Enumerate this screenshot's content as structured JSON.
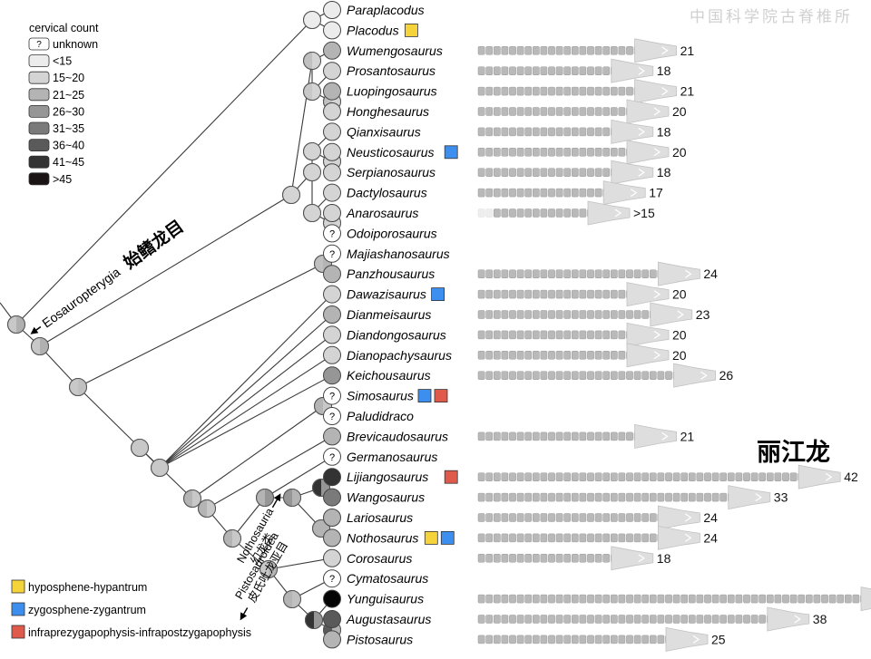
{
  "watermark": "中国科学院古脊椎所",
  "legend": {
    "title": "cervical count",
    "entries": [
      {
        "label": "unknown",
        "color": "#ffffff",
        "mark": "?"
      },
      {
        "label": "<15",
        "color": "#ececec"
      },
      {
        "label": "15~20",
        "color": "#d4d4d4"
      },
      {
        "label": "21~25",
        "color": "#b4b4b4"
      },
      {
        "label": "26~30",
        "color": "#969696"
      },
      {
        "label": "31~35",
        "color": "#7a7a7a"
      },
      {
        "label": "36~40",
        "color": "#5a5a5a"
      },
      {
        "label": "41~45",
        "color": "#333333"
      },
      {
        "label": ">45",
        "color": "#1a1414"
      }
    ]
  },
  "features": [
    {
      "key": "Y",
      "label": "hyposphene-hypantrum",
      "color": "#f5d33a"
    },
    {
      "key": "B",
      "label": "zygosphene-zygantrum",
      "color": "#3d8fef"
    },
    {
      "key": "R",
      "label": "infraprezygapophysis-infrapostzygapophysis",
      "color": "#e05a4c"
    }
  ],
  "clade_labels": {
    "eosauropterygia": "Eosauropterygia",
    "eosauropterygia_cn": "始鳍龙目",
    "nothosauria": "Nothosauria",
    "nothosauria_cn": "幻龙类",
    "pistosauroidea": "Pistosauroidea",
    "pistosauroidea_cn": "皮氏吐龙亚目"
  },
  "highlight": {
    "label": "丽江龙"
  },
  "taxa": [
    {
      "name": "Paraplacodus",
      "count": null,
      "features": [],
      "node": "#ececec"
    },
    {
      "name": "Placodus",
      "count": null,
      "features": [
        "Y"
      ],
      "node": "#ececec"
    },
    {
      "name": "Wumengosaurus",
      "count": "21",
      "features": [],
      "node": "#b4b4b4"
    },
    {
      "name": "Prosantosaurus",
      "count": "18",
      "features": [],
      "node": "#d4d4d4"
    },
    {
      "name": "Luopingosaurus",
      "count": "21",
      "features": [],
      "node": "#b4b4b4"
    },
    {
      "name": "Honghesaurus",
      "count": "20",
      "features": [],
      "node": "#d4d4d4"
    },
    {
      "name": "Qianxisaurus",
      "count": "18",
      "features": [],
      "node": "#d4d4d4"
    },
    {
      "name": "Neusticosaurus",
      "count": "20",
      "features": [
        "B"
      ],
      "node": "#d4d4d4"
    },
    {
      "name": "Serpianosaurus",
      "count": "18",
      "features": [],
      "node": "#d4d4d4"
    },
    {
      "name": "Dactylosaurus",
      "count": "17",
      "features": [],
      "node": "#d4d4d4"
    },
    {
      "name": "Anarosaurus",
      "count": ">15",
      "features": [],
      "node": "#d4d4d4"
    },
    {
      "name": "Odoiporosaurus",
      "count": null,
      "features": [],
      "node": "#ffffff"
    },
    {
      "name": "Majiashanosaurus",
      "count": null,
      "features": [],
      "node": "#ffffff"
    },
    {
      "name": "Panzhousaurus",
      "count": "24",
      "features": [],
      "node": "#b4b4b4"
    },
    {
      "name": "Dawazisaurus",
      "count": "20",
      "features": [
        "B"
      ],
      "node": "#d4d4d4"
    },
    {
      "name": "Dianmeisaurus",
      "count": "23",
      "features": [],
      "node": "#b4b4b4"
    },
    {
      "name": "Diandongosaurus",
      "count": "20",
      "features": [],
      "node": "#d4d4d4"
    },
    {
      "name": "Dianopachysaurus",
      "count": "20",
      "features": [],
      "node": "#d4d4d4"
    },
    {
      "name": "Keichousaurus",
      "count": "26",
      "features": [],
      "node": "#969696"
    },
    {
      "name": "Simosaurus",
      "count": null,
      "features": [
        "B",
        "R"
      ],
      "node": "#ffffff"
    },
    {
      "name": "Paludidraco",
      "count": null,
      "features": [],
      "node": "#ffffff"
    },
    {
      "name": "Brevicaudosaurus",
      "count": "21",
      "features": [],
      "node": "#b4b4b4"
    },
    {
      "name": "Germanosaurus",
      "count": null,
      "features": [],
      "node": "#ffffff"
    },
    {
      "name": "Lijiangosaurus",
      "count": "42",
      "features": [
        "R"
      ],
      "node": "#333333"
    },
    {
      "name": "Wangosaurus",
      "count": "33",
      "features": [],
      "node": "#7a7a7a"
    },
    {
      "name": "Lariosaurus",
      "count": "24",
      "features": [],
      "node": "#b4b4b4"
    },
    {
      "name": "Nothosaurus",
      "count": "24",
      "features": [
        "Y",
        "B"
      ],
      "node": "#b4b4b4"
    },
    {
      "name": "Corosaurus",
      "count": "18",
      "features": [],
      "node": "#d4d4d4"
    },
    {
      "name": "Cymatosaurus",
      "count": null,
      "features": [],
      "node": "#ffffff"
    },
    {
      "name": "Yunguisaurus",
      "count": "50",
      "features": [],
      "node": "#050505"
    },
    {
      "name": "Augustasaurus",
      "count": "38",
      "features": [],
      "node": "#5a5a5a"
    },
    {
      "name": "Pistosaurus",
      "count": "25",
      "features": [],
      "node": "#b4b4b4"
    }
  ]
}
